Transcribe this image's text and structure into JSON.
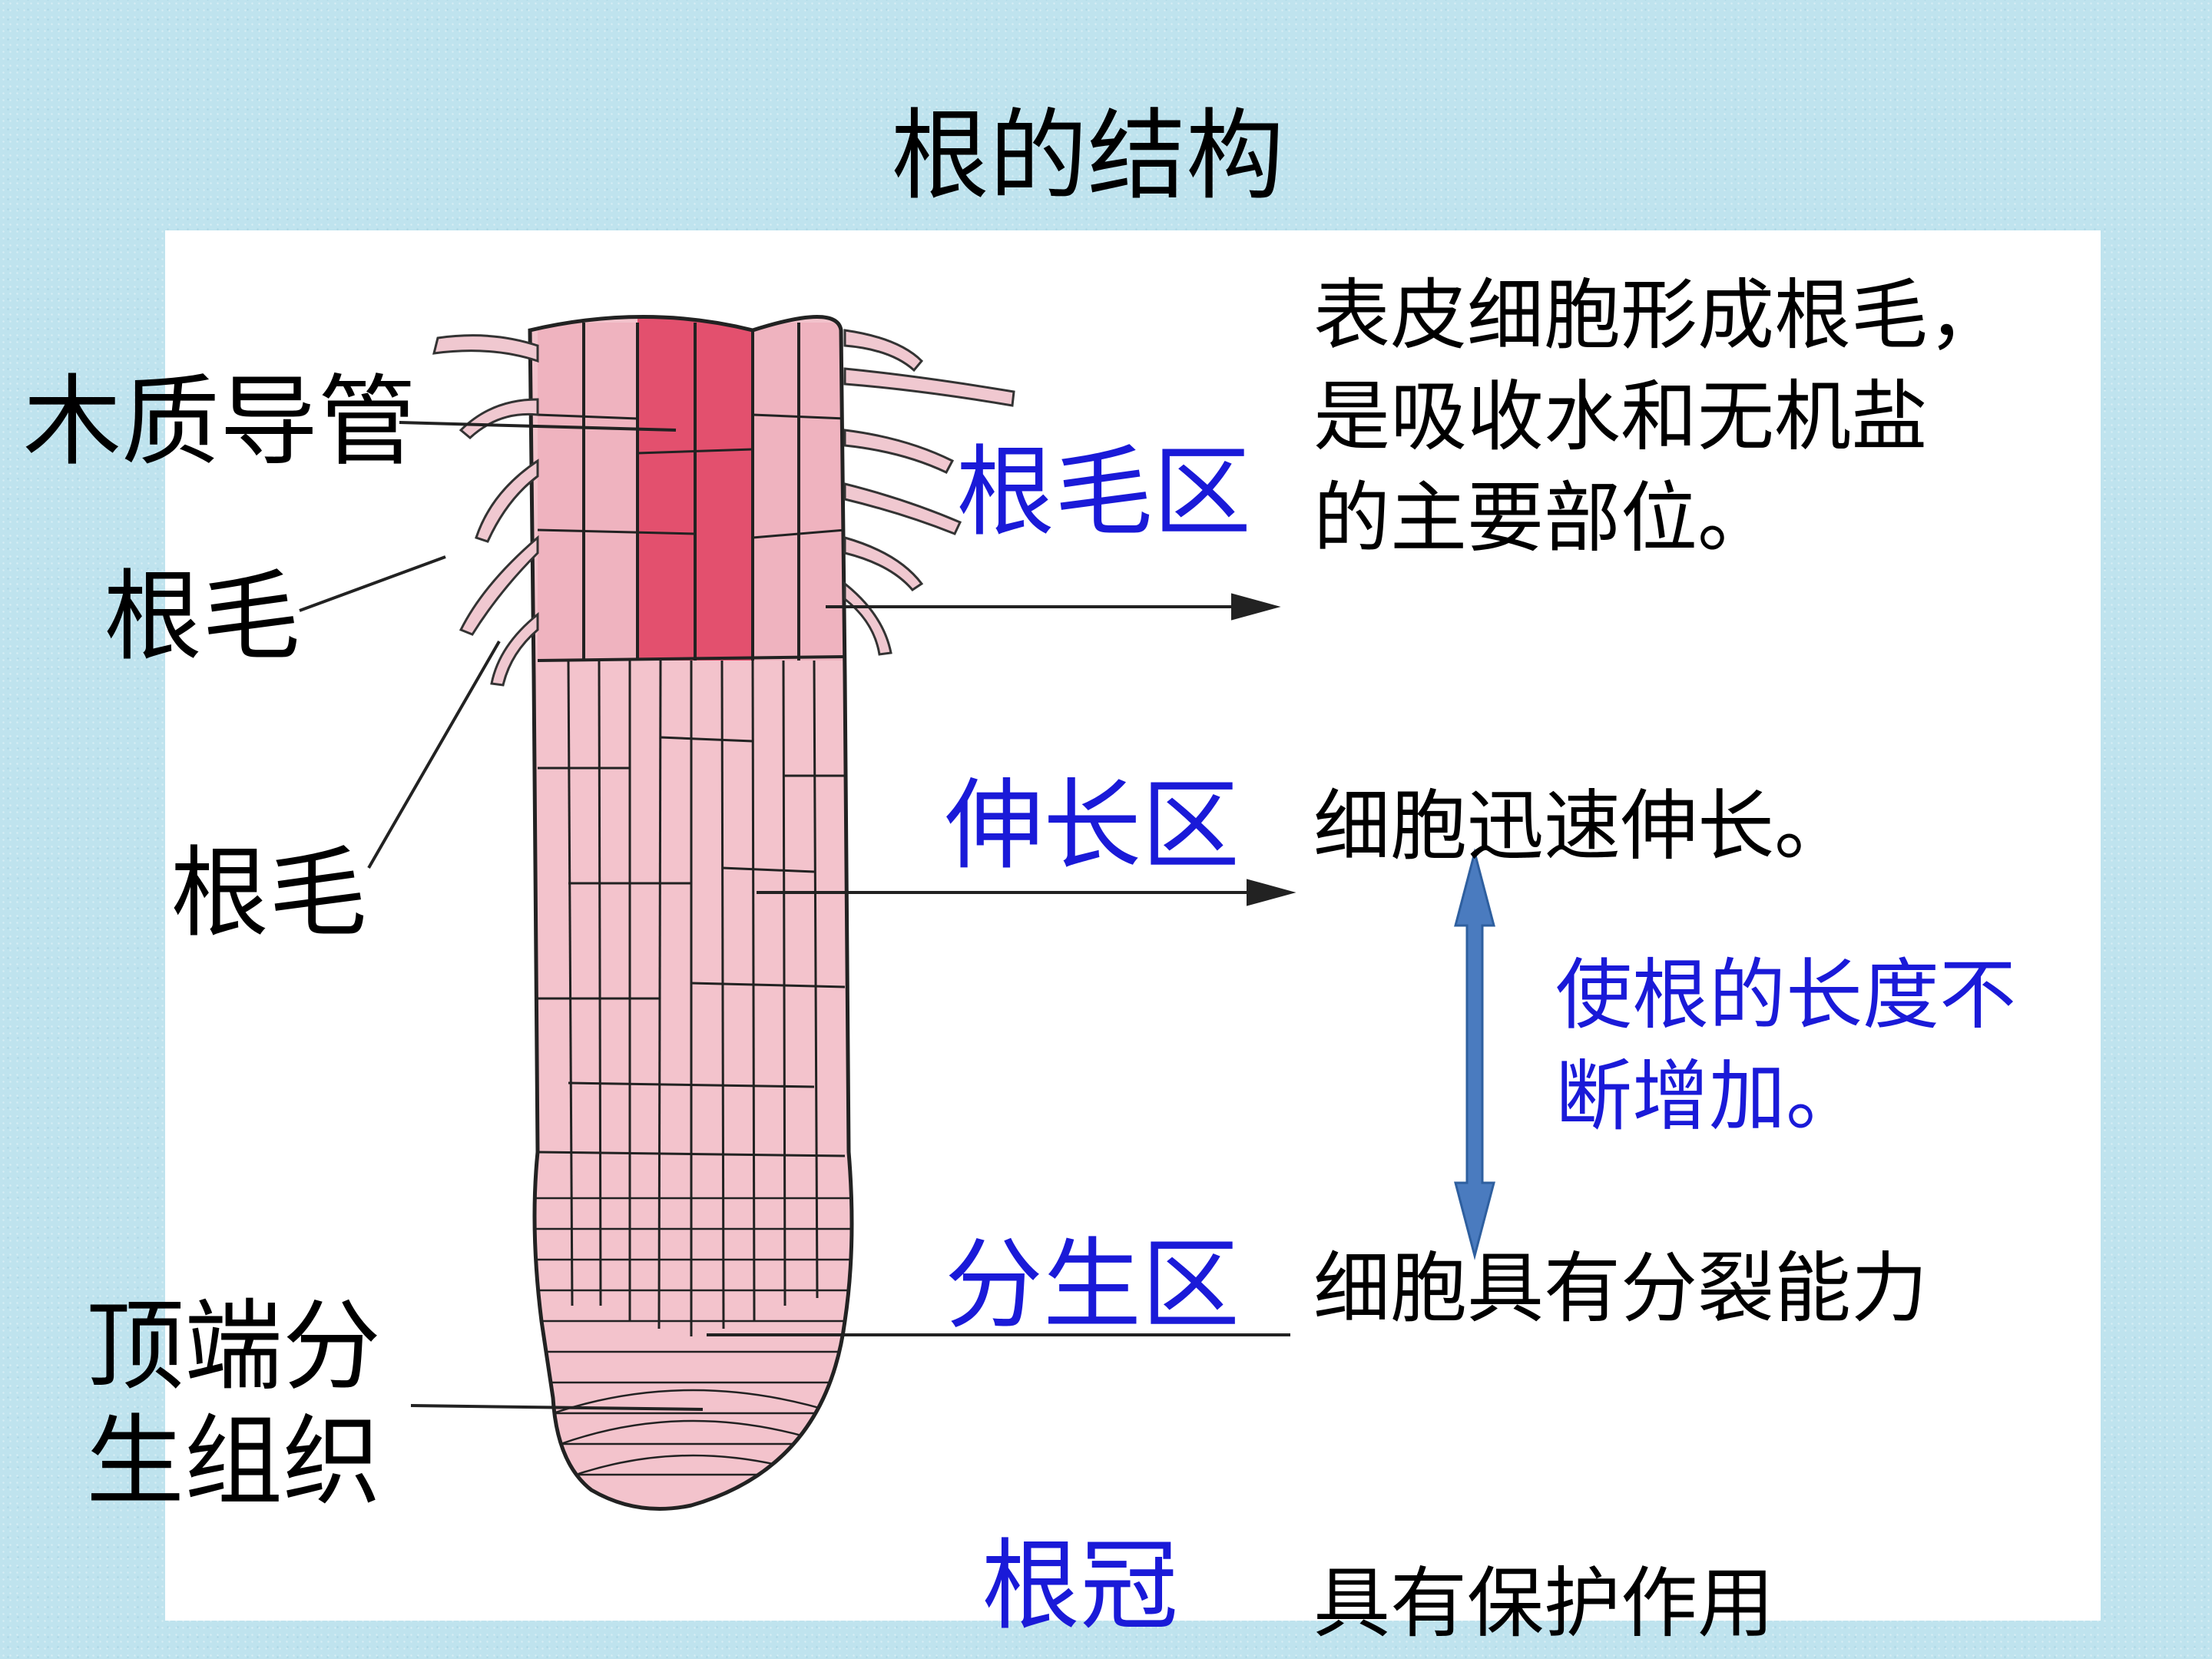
{
  "title": "根的结构",
  "left_labels": {
    "xylem": "木质导管",
    "root_hair_1": "根毛",
    "root_hair_2": "根毛",
    "apical_line1": "顶端分",
    "apical_line2": "生组织"
  },
  "zones": {
    "root_hair_zone": "根毛区",
    "elongation_zone": "伸长区",
    "meristem_zone": "分生区",
    "root_cap": "根冠"
  },
  "descriptions": {
    "root_hair_line1": "表皮细胞形成根毛，",
    "root_hair_line2": "是吸收水和无机盐",
    "root_hair_line3": "的主要部位。",
    "elongation": "细胞迅速伸长。",
    "length_line1": "使根的长度不",
    "length_line2": "断增加。",
    "meristem": "细胞具有分裂能力",
    "root_cap": "具有保护作用"
  },
  "colors": {
    "zone_text": "#1a1ad8",
    "arrow_fill": "#4a7bbf",
    "cell_pink": "#f1b9c4",
    "cell_dark": "#e3506e"
  }
}
